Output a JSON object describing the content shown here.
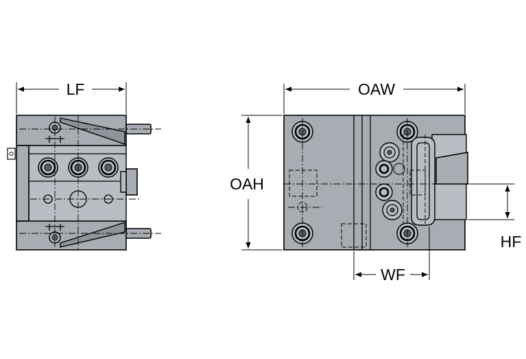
{
  "dimensions": {
    "lf": "LF",
    "oaw": "OAW",
    "oah": "OAH",
    "hf": "HF",
    "wf": "WF"
  },
  "colors": {
    "body": "#a8adb3",
    "line": "#000000",
    "background": "#ffffff"
  }
}
